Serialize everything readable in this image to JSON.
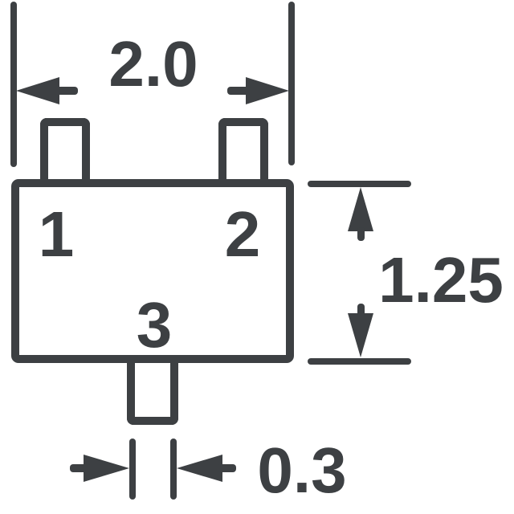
{
  "drawing": {
    "background": "#ffffff",
    "line_color": "#3d4043",
    "pin_labels": {
      "pin1": "1",
      "pin2": "2",
      "pin3": "3"
    },
    "dimension_labels": {
      "body_width": "2.0",
      "body_height": "1.25",
      "lead_width": "0.3"
    }
  }
}
